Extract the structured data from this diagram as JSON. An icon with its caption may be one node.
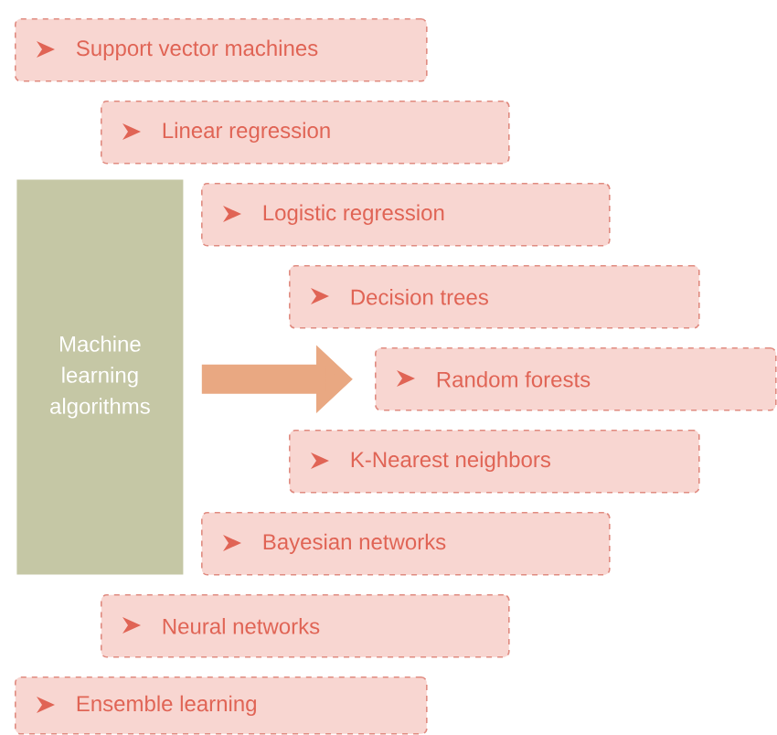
{
  "diagram": {
    "nodes": [
      {
        "text": [
          "Machine learning algorithms"
        ]
      },
      {
        "text": [
          "Support vector machines"
        ]
      },
      {
        "text": [
          "Linear regression"
        ]
      },
      {
        "text": [
          "Logistic regression"
        ]
      },
      {
        "text": [
          "Decision trees"
        ]
      },
      {
        "text": [
          "Random forests"
        ]
      },
      {
        "text": [
          "K-Nearest neighbors"
        ]
      },
      {
        "text": [
          "Bayesian networks"
        ]
      },
      {
        "text": [
          "Neural networks"
        ]
      },
      {
        "text": [
          "Ensemble learning"
        ]
      }
    ],
    "edges": [
      {
        "from": 0,
        "to": 5,
        "arrow": "to",
        "color": "#e9a882"
      }
    ]
  }
}
